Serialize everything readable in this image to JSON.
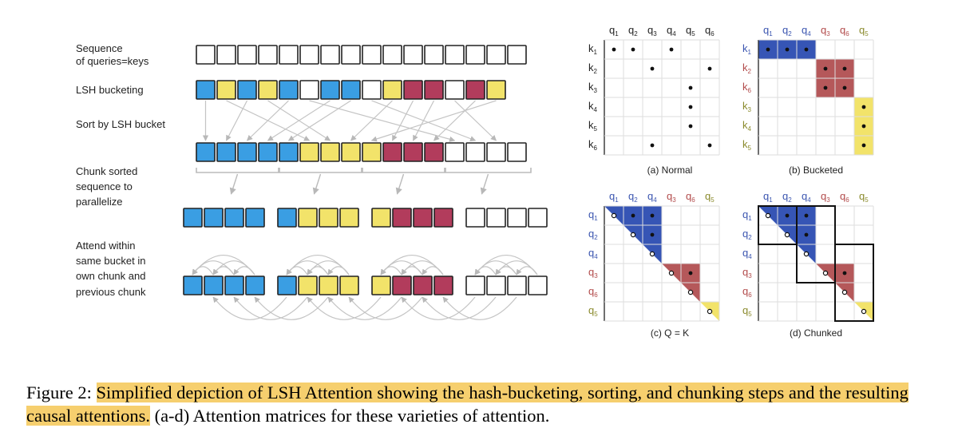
{
  "colors": {
    "blue": "#3a9ee3",
    "yellow": "#f2e36a",
    "red": "#b23c5c",
    "white": "#ffffff",
    "mblue": "#3655b5",
    "mred": "#b5585a",
    "myellow": "#f2e36a",
    "lblue": "#3b55b0",
    "lred": "#b24b4b",
    "lyellow": "#8a8a2c"
  },
  "left": {
    "labels": {
      "seq": [
        "Sequence",
        "of queries=keys"
      ],
      "lsh": "LSH bucketing",
      "sort": "Sort by LSH bucket",
      "chunk": [
        "Chunk sorted",
        "sequence to",
        "parallelize"
      ],
      "attend": [
        "Attend within",
        "same bucket in",
        "own chunk and",
        "previous chunk"
      ]
    },
    "sequence_row": [
      "w",
      "w",
      "w",
      "w",
      "w",
      "w",
      "w",
      "w",
      "w",
      "w",
      "w",
      "w",
      "w",
      "w",
      "w",
      "w"
    ],
    "lsh_row": [
      "b",
      "y",
      "b",
      "y",
      "b",
      "w",
      "b",
      "b",
      "w",
      "y",
      "r",
      "r",
      "w",
      "r",
      "y"
    ],
    "sorted_row": [
      "b",
      "b",
      "b",
      "b",
      "b",
      "y",
      "y",
      "y",
      "y",
      "r",
      "r",
      "r",
      "w",
      "w",
      "w",
      "w"
    ],
    "chunks": [
      [
        "b",
        "b",
        "b",
        "b"
      ],
      [
        "b",
        "y",
        "y",
        "y"
      ],
      [
        "y",
        "r",
        "r",
        "r"
      ],
      [
        "w",
        "w",
        "w",
        "w"
      ]
    ]
  },
  "matrices": [
    {
      "caption": "(a) Normal",
      "cols": [
        "1",
        "2",
        "3",
        "4",
        "5",
        "6"
      ],
      "rows": [
        "1",
        "2",
        "3",
        "4",
        "5",
        "6"
      ],
      "cols_color": "k",
      "rows_color": "k",
      "col_prefix": "q",
      "row_prefix": "k",
      "dots": [
        [
          0,
          0
        ],
        [
          0,
          1
        ],
        [
          0,
          3
        ],
        [
          1,
          2
        ],
        [
          1,
          5
        ],
        [
          2,
          4
        ],
        [
          3,
          4
        ],
        [
          4,
          4
        ],
        [
          5,
          2
        ],
        [
          5,
          5
        ]
      ]
    },
    {
      "caption": "(b) Bucketed",
      "cols": [
        "1",
        "2",
        "4",
        "3",
        "6",
        "5"
      ],
      "rows": [
        "1",
        "2",
        "6",
        "3",
        "4",
        "5"
      ],
      "cols_color": [
        "b",
        "b",
        "b",
        "r",
        "r",
        "y"
      ],
      "rows_color": [
        "b",
        "r",
        "r",
        "y",
        "y",
        "y"
      ],
      "col_prefix": "q",
      "row_prefix": "k",
      "dots": [
        [
          0,
          0
        ],
        [
          0,
          1
        ],
        [
          0,
          2
        ],
        [
          1,
          3
        ],
        [
          1,
          4
        ],
        [
          2,
          3
        ],
        [
          2,
          4
        ],
        [
          3,
          5
        ],
        [
          4,
          5
        ],
        [
          5,
          5
        ]
      ]
    },
    {
      "caption": "(c) Q = K",
      "cols": [
        "1",
        "2",
        "4",
        "3",
        "6",
        "5"
      ],
      "rows": [
        "1",
        "2",
        "4",
        "3",
        "6",
        "5"
      ],
      "cols_color": [
        "b",
        "b",
        "b",
        "r",
        "r",
        "y"
      ],
      "rows_color": [
        "b",
        "b",
        "b",
        "r",
        "r",
        "y"
      ],
      "col_prefix": "q",
      "row_prefix": "q",
      "dots": [
        [
          0,
          1
        ],
        [
          0,
          2
        ],
        [
          1,
          2
        ]
      ],
      "selfdots": [
        [
          0,
          0
        ],
        [
          1,
          1
        ],
        [
          2,
          2
        ],
        [
          3,
          3
        ],
        [
          4,
          4
        ],
        [
          5,
          5
        ]
      ],
      "extra": [
        [
          3,
          4
        ]
      ]
    },
    {
      "caption": "(d) Chunked",
      "cols": [
        "1",
        "2",
        "4",
        "3",
        "6",
        "5"
      ],
      "rows": [
        "1",
        "2",
        "4",
        "3",
        "6",
        "5"
      ],
      "cols_color": [
        "b",
        "b",
        "b",
        "r",
        "r",
        "y"
      ],
      "rows_color": [
        "b",
        "b",
        "b",
        "r",
        "r",
        "y"
      ],
      "col_prefix": "q",
      "row_prefix": "q",
      "dots": [
        [
          0,
          1
        ],
        [
          0,
          2
        ],
        [
          1,
          2
        ],
        [
          3,
          4
        ]
      ],
      "selfdots": [
        [
          0,
          0
        ],
        [
          1,
          1
        ],
        [
          2,
          2
        ],
        [
          3,
          3
        ],
        [
          4,
          4
        ],
        [
          5,
          5
        ]
      ]
    }
  ],
  "caption": {
    "prefix": "Figure 2: ",
    "highlight": "Simplified depiction of LSH Attention showing the hash-bucketing, sorting, and chunking steps and the resulting causal attentions.",
    "rest": " (a-d) Attention matrices for these varieties of attention."
  }
}
